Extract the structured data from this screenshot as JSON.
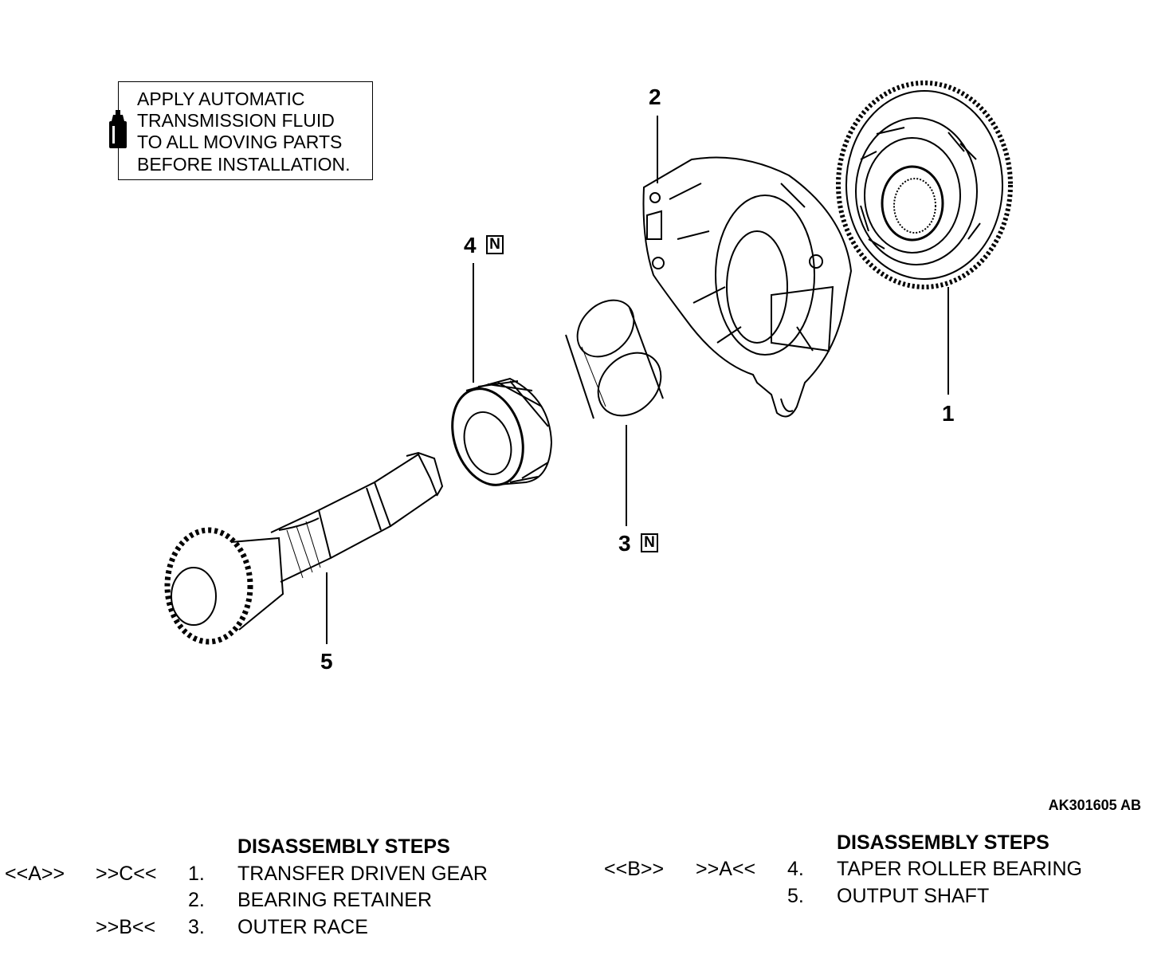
{
  "note": {
    "lines": [
      "APPLY AUTOMATIC",
      "TRANSMISSION FLUID",
      "TO ALL MOVING PARTS",
      "BEFORE INSTALLATION."
    ],
    "icon": "oil-bottle-icon"
  },
  "callouts": {
    "c1": "1",
    "c2": "2",
    "c3": "3",
    "c4": "4",
    "c5": "5",
    "new_mark": "N"
  },
  "figure_code": "AK301605 AB",
  "steps_left": {
    "heading": "DISASSEMBLY STEPS",
    "rows": [
      {
        "removal": "<<A>>",
        "install": ">>C<<",
        "num": "1.",
        "name": "TRANSFER DRIVEN GEAR"
      },
      {
        "removal": "",
        "install": "",
        "num": "2.",
        "name": "BEARING RETAINER"
      },
      {
        "removal": "",
        "install": ">>B<<",
        "num": "3.",
        "name": "OUTER RACE"
      }
    ]
  },
  "steps_right": {
    "heading": "DISASSEMBLY STEPS",
    "rows": [
      {
        "removal": "<<B>>",
        "install": ">>A<<",
        "num": "4.",
        "name": "TAPER ROLLER BEARING"
      },
      {
        "removal": "",
        "install": "",
        "num": "5.",
        "name": "OUTPUT SHAFT"
      }
    ]
  }
}
